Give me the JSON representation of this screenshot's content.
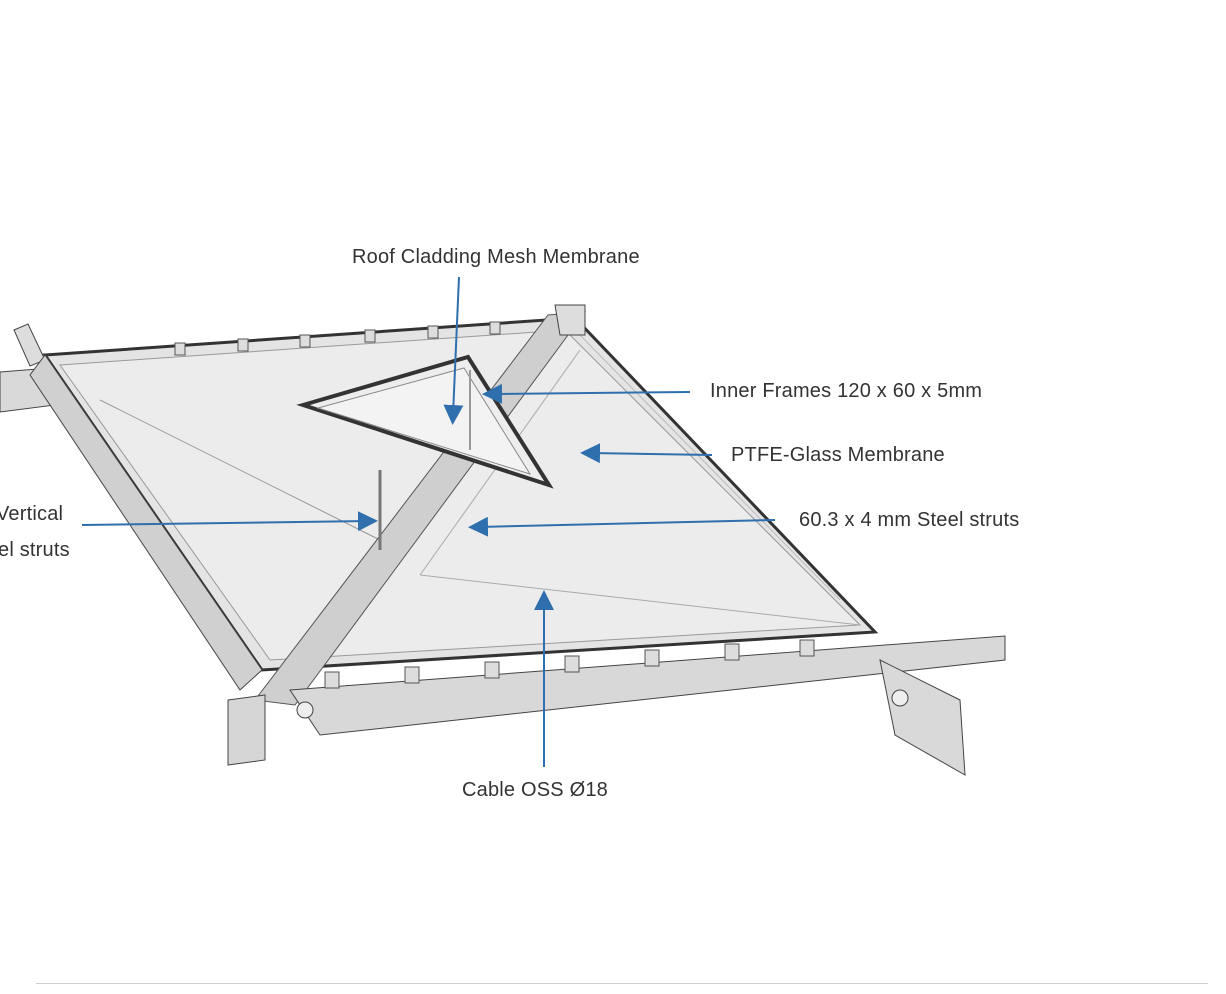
{
  "labels": {
    "roof_cladding": "Roof Cladding Mesh Membrane",
    "inner_frames": "Inner Frames 120 x 60 x 5mm",
    "ptfe_membrane": "PTFE-Glass Membrane",
    "steel_struts": "60.3 x 4 mm Steel struts",
    "vertical_line1": "Vertical",
    "vertical_line2": "el struts",
    "cable": "Cable OSS Ø18"
  },
  "colors": {
    "arrow": "#2f6fad",
    "outline": "#3a3a3a",
    "membrane": "#e6e6e6"
  }
}
